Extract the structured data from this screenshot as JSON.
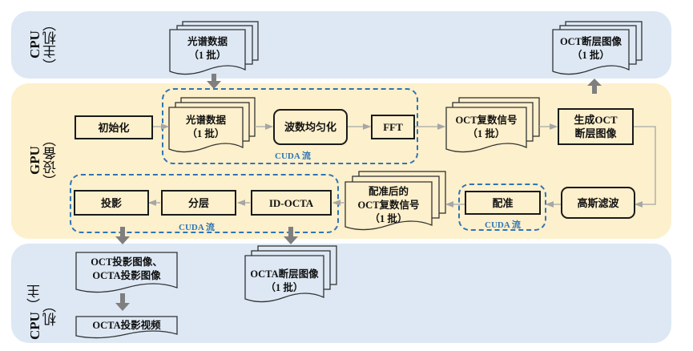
{
  "lanes": {
    "cpu_top": {
      "title": "CPU",
      "subtitle": "（主机）"
    },
    "gpu": {
      "title": "GPU",
      "subtitle": "（设备）"
    },
    "cpu_bottom": {
      "title": "CPU",
      "subtitle": "（主机）"
    }
  },
  "nodes": {
    "host_spectral": {
      "line1": "光谱数据",
      "line2": "（1 批）"
    },
    "host_oct_image": {
      "line1": "OCT断层图像",
      "line2": "（1 批）"
    },
    "init": {
      "label": "初始化"
    },
    "gpu_spectral": {
      "line1": "光谱数据",
      "line2": "（1 批）"
    },
    "wavenumber": {
      "label": "波数均匀化"
    },
    "fft": {
      "label": "FFT"
    },
    "oct_complex": {
      "line1": "OCT复数信号",
      "line2": "（1 批）"
    },
    "gen_oct": {
      "line1": "生成OCT",
      "line2": "断层图像"
    },
    "gauss": {
      "label": "高斯滤波"
    },
    "register": {
      "label": "配准"
    },
    "reg_complex": {
      "line1": "配准后的",
      "line2": "OCT复数信号",
      "line3": "（1 批）"
    },
    "idocta": {
      "label": "ID-OCTA"
    },
    "segment": {
      "label": "分层"
    },
    "project": {
      "label": "投影"
    },
    "host_proj": {
      "line1": "OCT投影图像、",
      "line2": "OCTA投影图像"
    },
    "host_octa": {
      "line1": "OCTA断层图像",
      "line2": "（1 批）"
    },
    "host_video": {
      "label": "OCTA投影视频"
    }
  },
  "cuda_streams": {
    "top": "CUDA 流",
    "register": "CUDA 流",
    "bottom": "CUDA 流"
  },
  "colors": {
    "cpu_lane": "#dde8f4",
    "gpu_lane": "#fdf0cc",
    "cuda_dash": "#2f75b5",
    "arrow_thick": "#7f7f7f",
    "arrow_thin": "#a6a6a6"
  }
}
